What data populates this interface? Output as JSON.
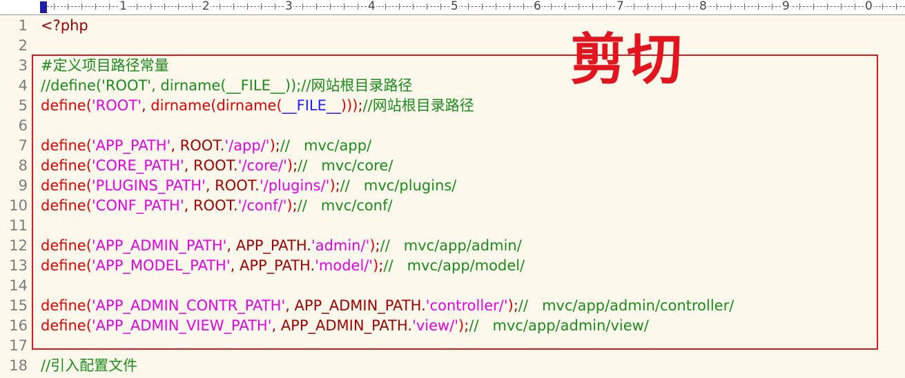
{
  "ruler": {
    "labels": [
      "1",
      "2",
      "3",
      "4",
      "5",
      "6",
      "7",
      "8",
      "9",
      "0"
    ]
  },
  "annotation": {
    "cut_label": "剪切",
    "box_color": "#e2141e"
  },
  "lines": [
    {
      "n": "1",
      "tokens": [
        [
          "txt",
          "<?php"
        ]
      ]
    },
    {
      "n": "2",
      "tokens": []
    },
    {
      "n": "3",
      "tokens": [
        [
          "cmt",
          "#定义项目路径常量"
        ]
      ]
    },
    {
      "n": "4",
      "tokens": [
        [
          "cmt",
          "//define('ROOT', dirname(__FILE__));//网站根目录路径"
        ]
      ]
    },
    {
      "n": "5",
      "tokens": [
        [
          "kw",
          "define("
        ],
        [
          "str",
          "'ROOT'"
        ],
        [
          "txt",
          ", "
        ],
        [
          "kw",
          "dirname(dirname("
        ],
        [
          "magic",
          "__FILE__"
        ],
        [
          "kw",
          ")))"
        ],
        [
          "txt",
          ";"
        ],
        [
          "cmt",
          "//网站根目录路径"
        ]
      ]
    },
    {
      "n": "6",
      "tokens": []
    },
    {
      "n": "7",
      "tokens": [
        [
          "kw",
          "define("
        ],
        [
          "str",
          "'APP_PATH'"
        ],
        [
          "txt",
          ", ROOT."
        ],
        [
          "str",
          "'/app/'"
        ],
        [
          "kw",
          ")"
        ],
        [
          "txt",
          ";"
        ],
        [
          "cmt",
          "//   mvc/app/"
        ]
      ]
    },
    {
      "n": "8",
      "tokens": [
        [
          "kw",
          "define("
        ],
        [
          "str",
          "'CORE_PATH'"
        ],
        [
          "txt",
          ", ROOT."
        ],
        [
          "str",
          "'/core/'"
        ],
        [
          "kw",
          ")"
        ],
        [
          "txt",
          ";"
        ],
        [
          "cmt",
          "//   mvc/core/"
        ]
      ]
    },
    {
      "n": "9",
      "tokens": [
        [
          "kw",
          "define("
        ],
        [
          "str",
          "'PLUGINS_PATH'"
        ],
        [
          "txt",
          ", ROOT."
        ],
        [
          "str",
          "'/plugins/'"
        ],
        [
          "kw",
          ")"
        ],
        [
          "txt",
          ";"
        ],
        [
          "cmt",
          "//   mvc/plugins/"
        ]
      ]
    },
    {
      "n": "10",
      "tokens": [
        [
          "kw",
          "define("
        ],
        [
          "str",
          "'CONF_PATH'"
        ],
        [
          "txt",
          ", ROOT."
        ],
        [
          "str",
          "'/conf/'"
        ],
        [
          "kw",
          ")"
        ],
        [
          "txt",
          ";"
        ],
        [
          "cmt",
          "//   mvc/conf/"
        ]
      ]
    },
    {
      "n": "11",
      "tokens": []
    },
    {
      "n": "12",
      "tokens": [
        [
          "kw",
          "define("
        ],
        [
          "str",
          "'APP_ADMIN_PATH'"
        ],
        [
          "txt",
          ", APP_PATH."
        ],
        [
          "str",
          "'admin/'"
        ],
        [
          "kw",
          ")"
        ],
        [
          "txt",
          ";"
        ],
        [
          "cmt",
          "//   mvc/app/admin/"
        ]
      ]
    },
    {
      "n": "13",
      "tokens": [
        [
          "kw",
          "define("
        ],
        [
          "str",
          "'APP_MODEL_PATH'"
        ],
        [
          "txt",
          ", APP_PATH."
        ],
        [
          "str",
          "'model/'"
        ],
        [
          "kw",
          ")"
        ],
        [
          "txt",
          ";"
        ],
        [
          "cmt",
          "//   mvc/app/model/"
        ]
      ]
    },
    {
      "n": "14",
      "tokens": []
    },
    {
      "n": "15",
      "tokens": [
        [
          "kw",
          "define("
        ],
        [
          "str",
          "'APP_ADMIN_CONTR_PATH'"
        ],
        [
          "txt",
          ", APP_ADMIN_PATH."
        ],
        [
          "str",
          "'controller/'"
        ],
        [
          "kw",
          ")"
        ],
        [
          "txt",
          ";"
        ],
        [
          "cmt",
          "//   mvc/app/admin/controller/"
        ]
      ]
    },
    {
      "n": "16",
      "tokens": [
        [
          "kw",
          "define("
        ],
        [
          "str",
          "'APP_ADMIN_VIEW_PATH'"
        ],
        [
          "txt",
          ", APP_ADMIN_PATH."
        ],
        [
          "str",
          "'view/'"
        ],
        [
          "kw",
          ")"
        ],
        [
          "txt",
          ";"
        ],
        [
          "cmt",
          "//   mvc/app/admin/view/"
        ]
      ]
    },
    {
      "n": "17",
      "tokens": []
    },
    {
      "n": "18",
      "tokens": [
        [
          "cmt",
          "//引入配置文件"
        ]
      ]
    }
  ]
}
